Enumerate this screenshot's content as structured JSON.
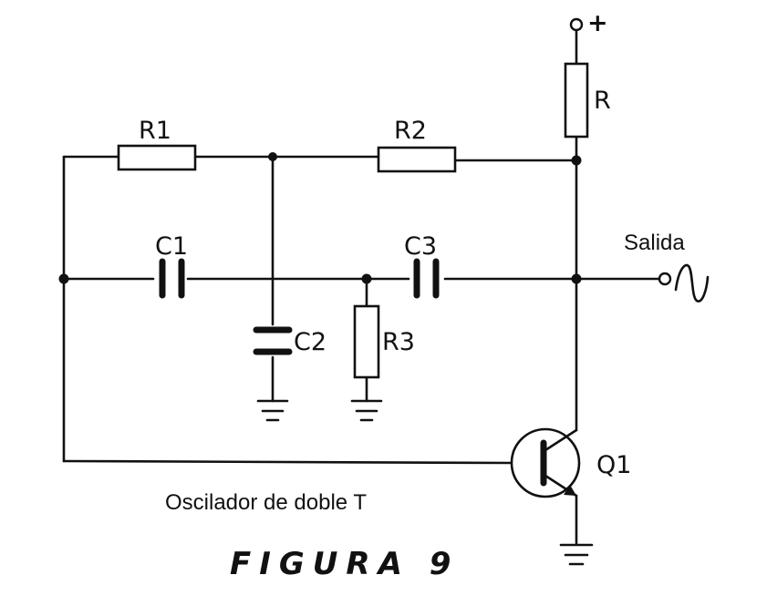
{
  "diagram": {
    "figure_caption": "FIGURA 9",
    "subtitle": "Oscilador de doble T",
    "output_label": "Salida",
    "supply_label": "+",
    "components": {
      "r": "R",
      "r1": "R1",
      "r2": "R2",
      "r3": "R3",
      "c1": "C1",
      "c2": "C2",
      "c3": "C3",
      "q1": "Q1"
    },
    "icons": {
      "output_wave": "sine-wave-icon",
      "ground": "ground-icon"
    },
    "colors": {
      "ink": "#111111",
      "paper": "#ffffff"
    }
  }
}
